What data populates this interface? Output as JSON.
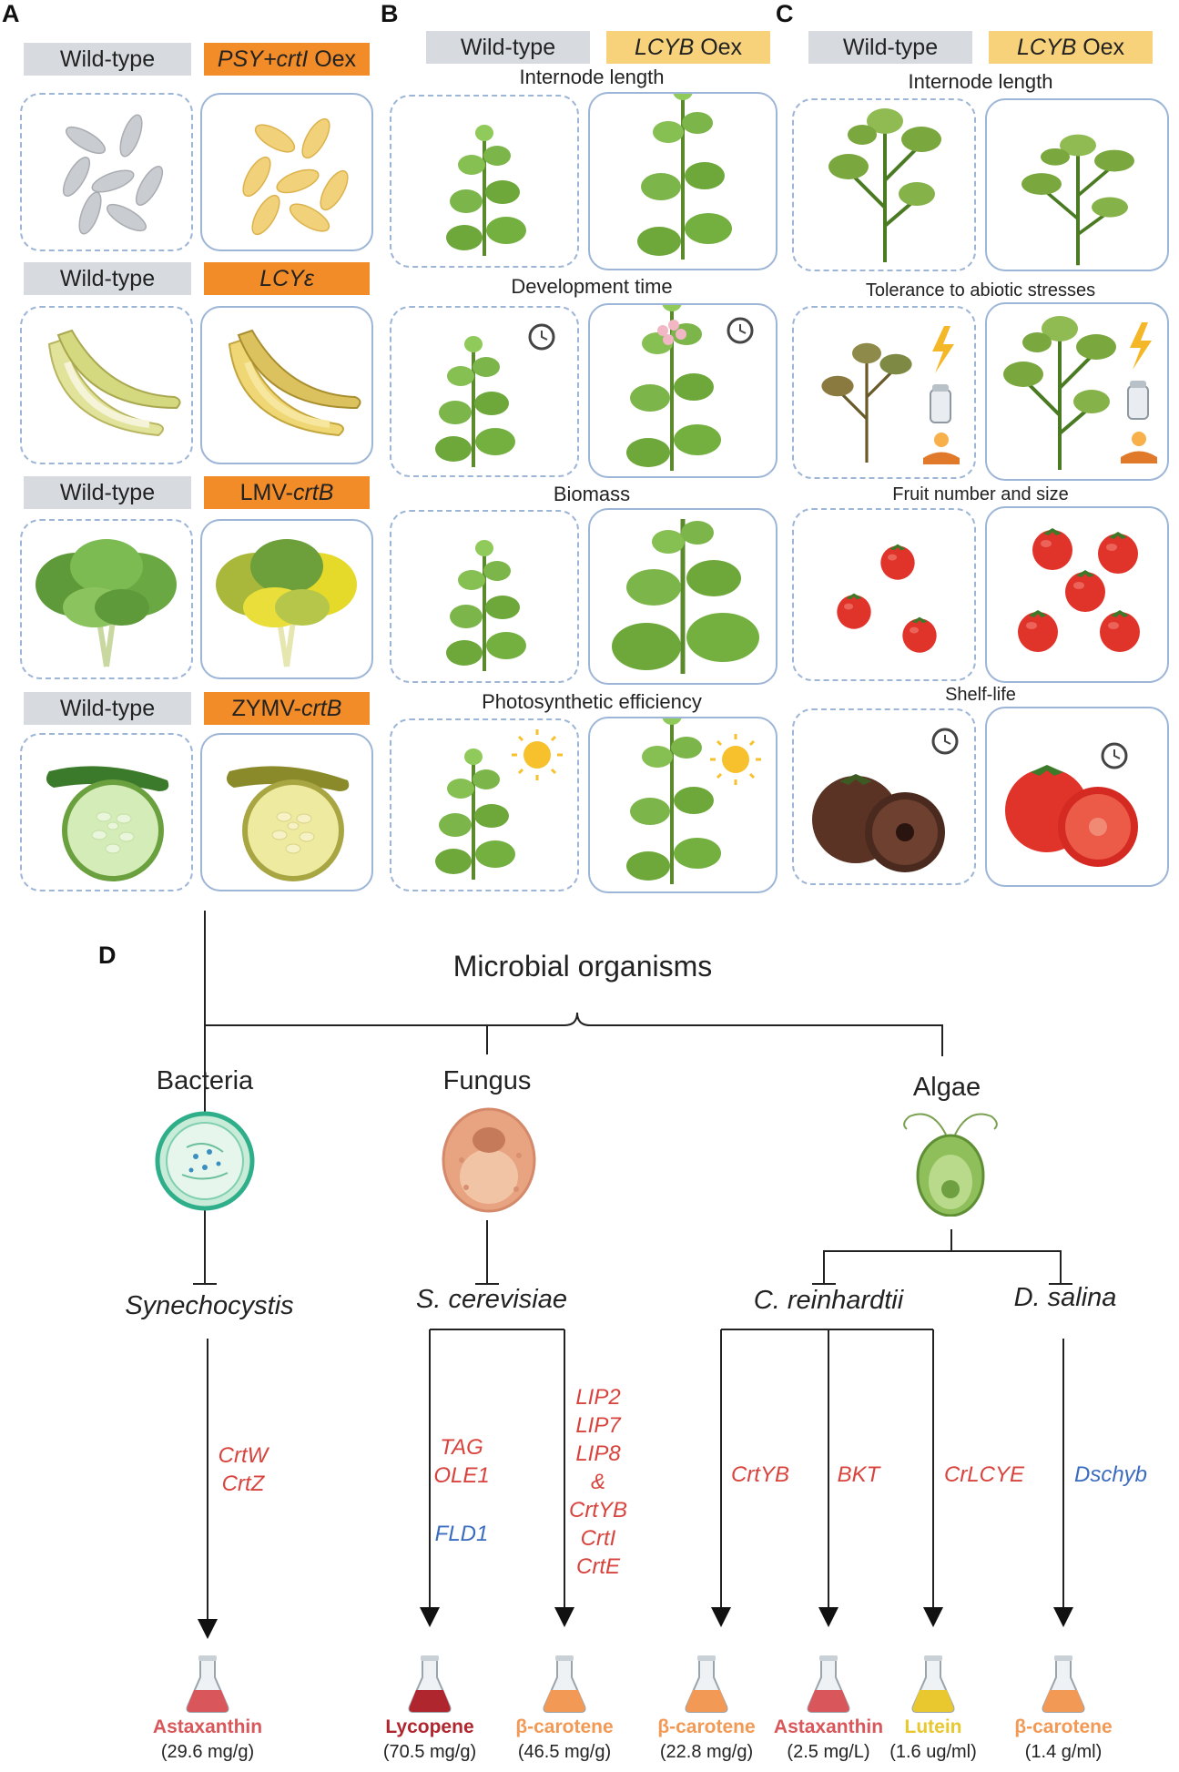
{
  "panels": {
    "a": "A",
    "b": "B",
    "c": "C",
    "d": "D"
  },
  "panel_a": {
    "rows": [
      {
        "wt": "Wild-type",
        "tg_italic": "PSY+crtI",
        "tg_plain": " Oex"
      },
      {
        "wt": "Wild-type",
        "tg_italic": "LCYε",
        "tg_plain": ""
      },
      {
        "wt": "Wild-type",
        "tg_plain_pre": "LMV-",
        "tg_italic": "crtB"
      },
      {
        "wt": "Wild-type",
        "tg_plain_pre": "ZYMV-",
        "tg_italic": "crtB"
      }
    ]
  },
  "panel_b": {
    "wt": "Wild-type",
    "tg_italic": "LCYB",
    "tg_plain": " Oex",
    "captions": [
      "Internode length",
      "Development time",
      "Biomass",
      "Photosynthetic efficiency"
    ]
  },
  "panel_c": {
    "wt": "Wild-type",
    "tg_italic": "LCYB",
    "tg_plain": " Oex",
    "captions": [
      "Internode length",
      "Tolerance to abiotic stresses",
      "Fruit number and size",
      "Shelf-life"
    ]
  },
  "panel_d": {
    "title": "Microbial organisms",
    "groups": {
      "bacteria": "Bacteria",
      "fungus": "Fungus",
      "algae": "Algae"
    },
    "species": {
      "synechocystis": "Synechocystis",
      "scerevisiae": "S. cerevisiae",
      "creinhardtii": "C. reinhardtii",
      "dsalina": "D. salina"
    },
    "genes": {
      "syn_1": "CrtW",
      "syn_2": "CrtZ",
      "sc_a1": "TAG",
      "sc_a2": "OLE1",
      "sc_a3": "FLD1",
      "sc_b1": "LIP2",
      "sc_b2": "LIP7",
      "sc_b3": "LIP8",
      "sc_b4": "&",
      "sc_b5": "CrtYB",
      "sc_b6": "CrtI",
      "sc_b7": "CrtE",
      "cr_1": "CrtYB",
      "cr_2": "BKT",
      "cr_3": "CrLCYE",
      "ds_1": "Dschyb"
    },
    "products": [
      {
        "name": "Astaxanthin",
        "conc": "(29.6 mg/g)",
        "color": "#d9575a"
      },
      {
        "name": "Lycopene",
        "conc": "(70.5 mg/g)",
        "color": "#b0262f"
      },
      {
        "name": "β-carotene",
        "conc": "(46.5 mg/g)",
        "color": "#f29a55"
      },
      {
        "name": "β-carotene",
        "conc": "(22.8 mg/g)",
        "color": "#f29a55"
      },
      {
        "name": "Astaxanthin",
        "conc": "(2.5 mg/L)",
        "color": "#d9575a"
      },
      {
        "name": "Lutein",
        "conc": "(1.6 ug/ml)",
        "color": "#e8c82e"
      },
      {
        "name": "β-carotene",
        "conc": "(1.4 g/ml)",
        "color": "#f29a55"
      }
    ]
  },
  "colors": {
    "box_border": "#9db5d6",
    "wt_label": "#d7dbe0",
    "tg_label_a": "#f28c28",
    "tg_label_bc": "#f7d27a",
    "gene_red": "#d8443d",
    "gene_blue": "#3a6cc0"
  }
}
